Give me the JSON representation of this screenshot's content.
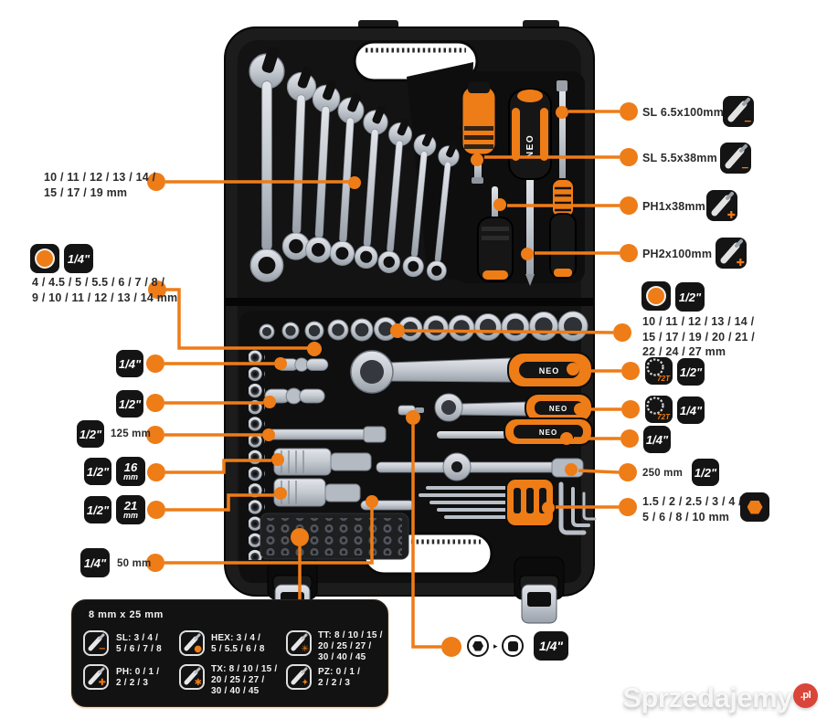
{
  "colors": {
    "accent": "#EE7C17",
    "badge_bg": "#141414",
    "panel_bg": "#121212",
    "watermark_red": "#d94538"
  },
  "brand": {
    "name": "NEO"
  },
  "left": {
    "wrenches": {
      "lines": [
        "10 / 11 / 12 / 13 / 14 /",
        "15 / 17 / 19 mm"
      ]
    },
    "quarter_sockets": {
      "drive": "1/4\"",
      "lines": [
        "4 / 4.5 / 5 / 5.5 / 6 / 7 / 8 /",
        "9 / 10 / 11 / 12 / 13 / 14 mm"
      ]
    },
    "quarter_ujoint": {
      "drive": "1/4\""
    },
    "half_ujoint": {
      "drive": "1/2\""
    },
    "ext_125": {
      "drive": "1/2\"",
      "length": "125 mm"
    },
    "adapter_16": {
      "drive": "1/2\"",
      "size": "16",
      "unit": "mm"
    },
    "adapter_21": {
      "drive": "1/2\"",
      "size": "21",
      "unit": "mm"
    },
    "ext_50": {
      "drive": "1/4\"",
      "length": "50 mm"
    }
  },
  "right": {
    "sl_65": {
      "label": "SL 6.5x100mm",
      "symbol": "−"
    },
    "sl_55": {
      "label": "SL 5.5x38mm",
      "symbol": "−"
    },
    "ph_1": {
      "label": "PH1x38mm",
      "symbol": "✚"
    },
    "ph_2": {
      "label": "PH2x100mm",
      "symbol": "✚"
    },
    "half_sockets": {
      "drive": "1/2\"",
      "lines": [
        "10 / 11 / 12 / 13 / 14 /",
        "15 / 17 / 19 / 20 / 21 /",
        "22 / 24 / 27 mm"
      ]
    },
    "ratchet_half": {
      "teeth": "72T",
      "drive": "1/2\""
    },
    "ratchet_quarter": {
      "teeth": "72T",
      "drive": "1/4\""
    },
    "driver_quarter": {
      "drive": "1/4\""
    },
    "tbar": {
      "length": "250 mm",
      "drive": "1/2\""
    },
    "hex_keys": {
      "lines": [
        "1.5 / 2 / 2.5 / 3 / 4 /",
        "5 / 6 / 8 / 10 mm"
      ]
    }
  },
  "adapter": {
    "drive": "1/4\"",
    "from_icon": "hex-shank",
    "to_icon": "square-drive",
    "separator": "▸"
  },
  "bits_panel": {
    "header": "8 mm x 25 mm",
    "items": [
      {
        "type": "SL",
        "symbol": "−",
        "lines": [
          "SL: 3 / 4 /",
          "5 / 6 / 7 / 8"
        ]
      },
      {
        "type": "PH",
        "symbol": "✚",
        "lines": [
          "PH: 0 / 1 /",
          "2 / 2 / 3"
        ]
      },
      {
        "type": "HEX",
        "symbol": "●",
        "lines": [
          "HEX: 3 / 4 /",
          "5 / 5.5 / 6 / 8"
        ]
      },
      {
        "type": "TX",
        "symbol": "✱",
        "lines": [
          "TX: 8 / 10 / 15 /",
          "20 / 25 / 27 /",
          "30 / 40 / 45"
        ]
      },
      {
        "type": "TT",
        "symbol": "✳",
        "lines": [
          "TT: 8 / 10 / 15 /",
          "20 / 25 / 27 /",
          "30 / 40 / 45"
        ]
      },
      {
        "type": "PZ",
        "symbol": "✦",
        "lines": [
          "PZ: 0 / 1 /",
          "2 / 2 / 3"
        ]
      }
    ]
  },
  "watermark": {
    "text": "Sprzedajemy",
    "tld": ".pl"
  }
}
